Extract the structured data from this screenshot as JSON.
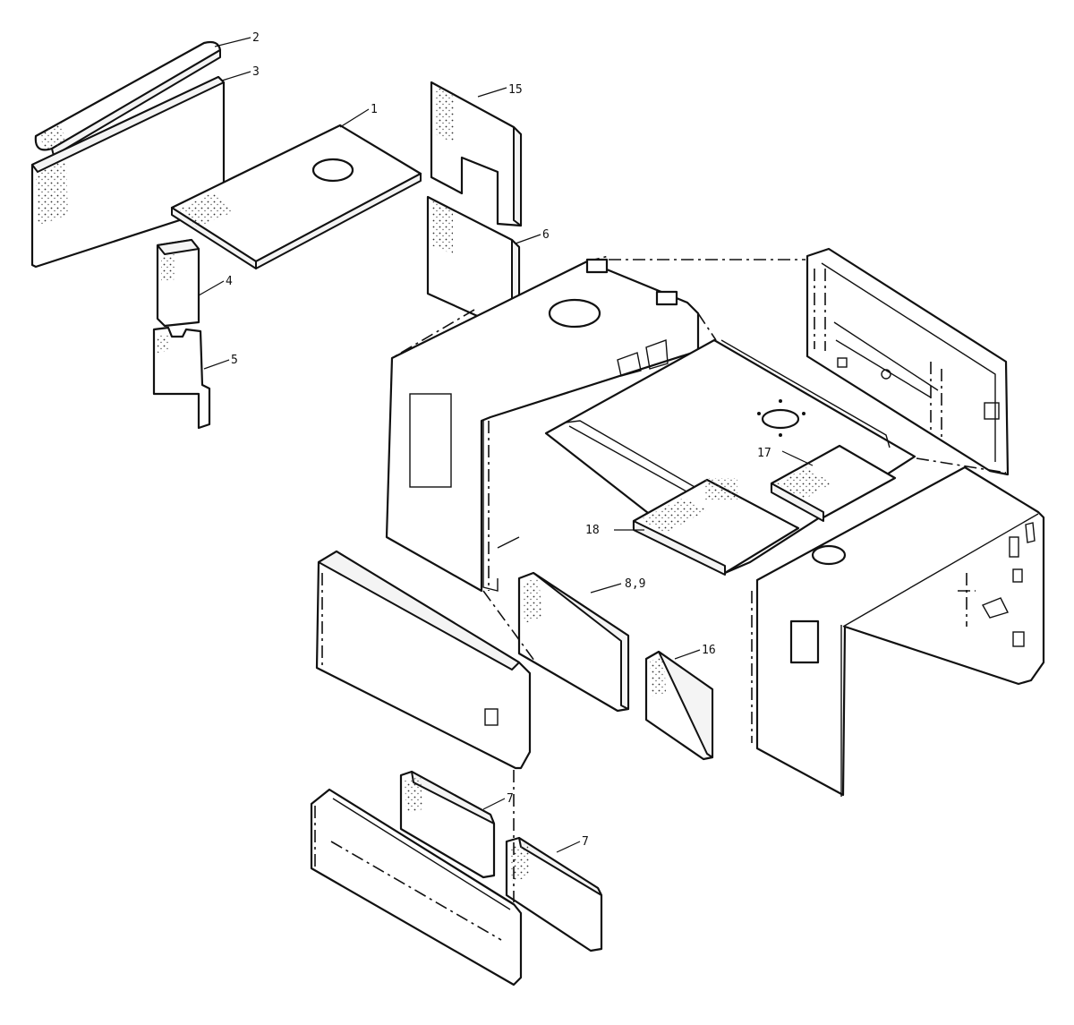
{
  "callouts": {
    "c1": "1",
    "c2": "2",
    "c3": "3",
    "c4": "4",
    "c5": "5",
    "c6": "6",
    "c7a": "7",
    "c7b": "7",
    "c89": "8,9",
    "c15": "15",
    "c16": "16",
    "c17": "17",
    "c18": "18"
  }
}
